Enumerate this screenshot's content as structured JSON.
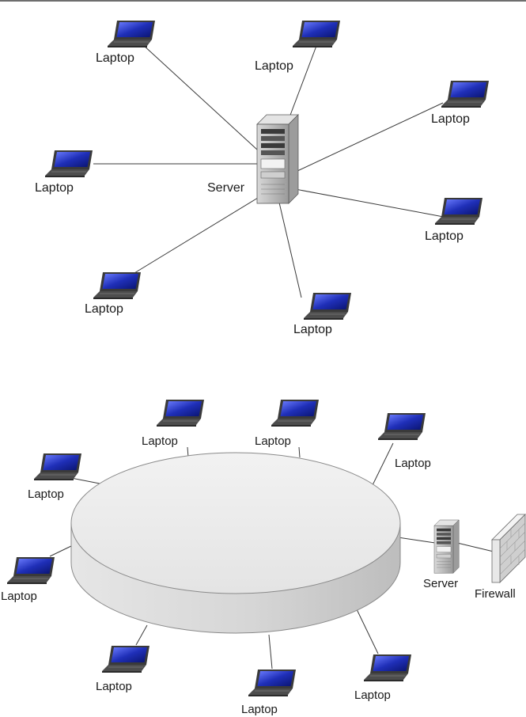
{
  "colors": {
    "laptop_screen": "#1f2fb8",
    "laptop_body": "#505050",
    "ring_top": "#ececec",
    "ring_side": "#d0d0d0",
    "server_body": "#b9b9b9",
    "firewall": "#e2e2e2",
    "line": "#3a3a3a"
  },
  "star_network": {
    "server": {
      "label": "Server",
      "icon": "server-tower-icon"
    },
    "laptops": [
      {
        "label": "Laptop",
        "icon": "laptop-icon"
      },
      {
        "label": "Laptop",
        "icon": "laptop-icon"
      },
      {
        "label": "Laptop",
        "icon": "laptop-icon"
      },
      {
        "label": "Laptop",
        "icon": "laptop-icon"
      },
      {
        "label": "Laptop",
        "icon": "laptop-icon"
      },
      {
        "label": "Laptop",
        "icon": "laptop-icon"
      },
      {
        "label": "Laptop",
        "icon": "laptop-icon"
      }
    ]
  },
  "ring_network": {
    "server": {
      "label": "Server",
      "icon": "server-tower-icon"
    },
    "firewall": {
      "label": "Firewall",
      "icon": "firewall-brick-icon"
    },
    "laptops": [
      {
        "label": "Laptop",
        "icon": "laptop-icon"
      },
      {
        "label": "Laptop",
        "icon": "laptop-icon"
      },
      {
        "label": "Laptop",
        "icon": "laptop-icon"
      },
      {
        "label": "Laptop",
        "icon": "laptop-icon"
      },
      {
        "label": "Laptop",
        "icon": "laptop-icon"
      },
      {
        "label": "Laptop",
        "icon": "laptop-icon"
      },
      {
        "label": "Laptop",
        "icon": "laptop-icon"
      },
      {
        "label": "Laptop",
        "icon": "laptop-icon"
      }
    ]
  }
}
